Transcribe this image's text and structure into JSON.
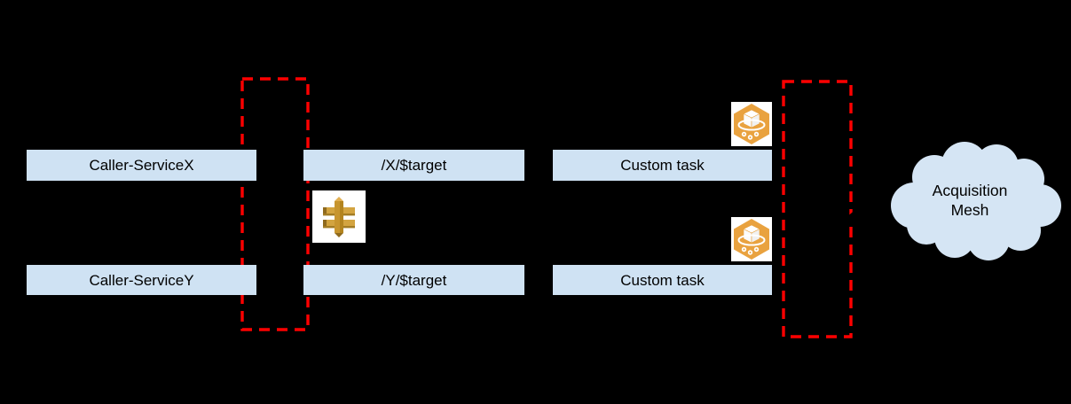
{
  "diagram": {
    "type": "architecture-diagram",
    "background": "#000000"
  },
  "colors": {
    "box_fill": "#cfe2f3",
    "dashed_boundary": "#ff0000",
    "cloud_fill": "#d5e5f4",
    "task_icon_orange": "#e9a23f",
    "load_balancer_gold": "#c7952f",
    "text": "#000000"
  },
  "boxes": {
    "caller_service_x": "Caller-ServiceX",
    "caller_service_y": "Caller-ServiceY",
    "route_x": "/X/$target",
    "route_y": "/Y/$target",
    "custom_task_1": "Custom task",
    "custom_task_2": "Custom task"
  },
  "cloud": {
    "line1": "Acquisition",
    "line2": "Mesh"
  },
  "icons": {
    "load_balancer": "elastic-load-balancing",
    "task_1": "container-task",
    "task_2": "container-task"
  }
}
